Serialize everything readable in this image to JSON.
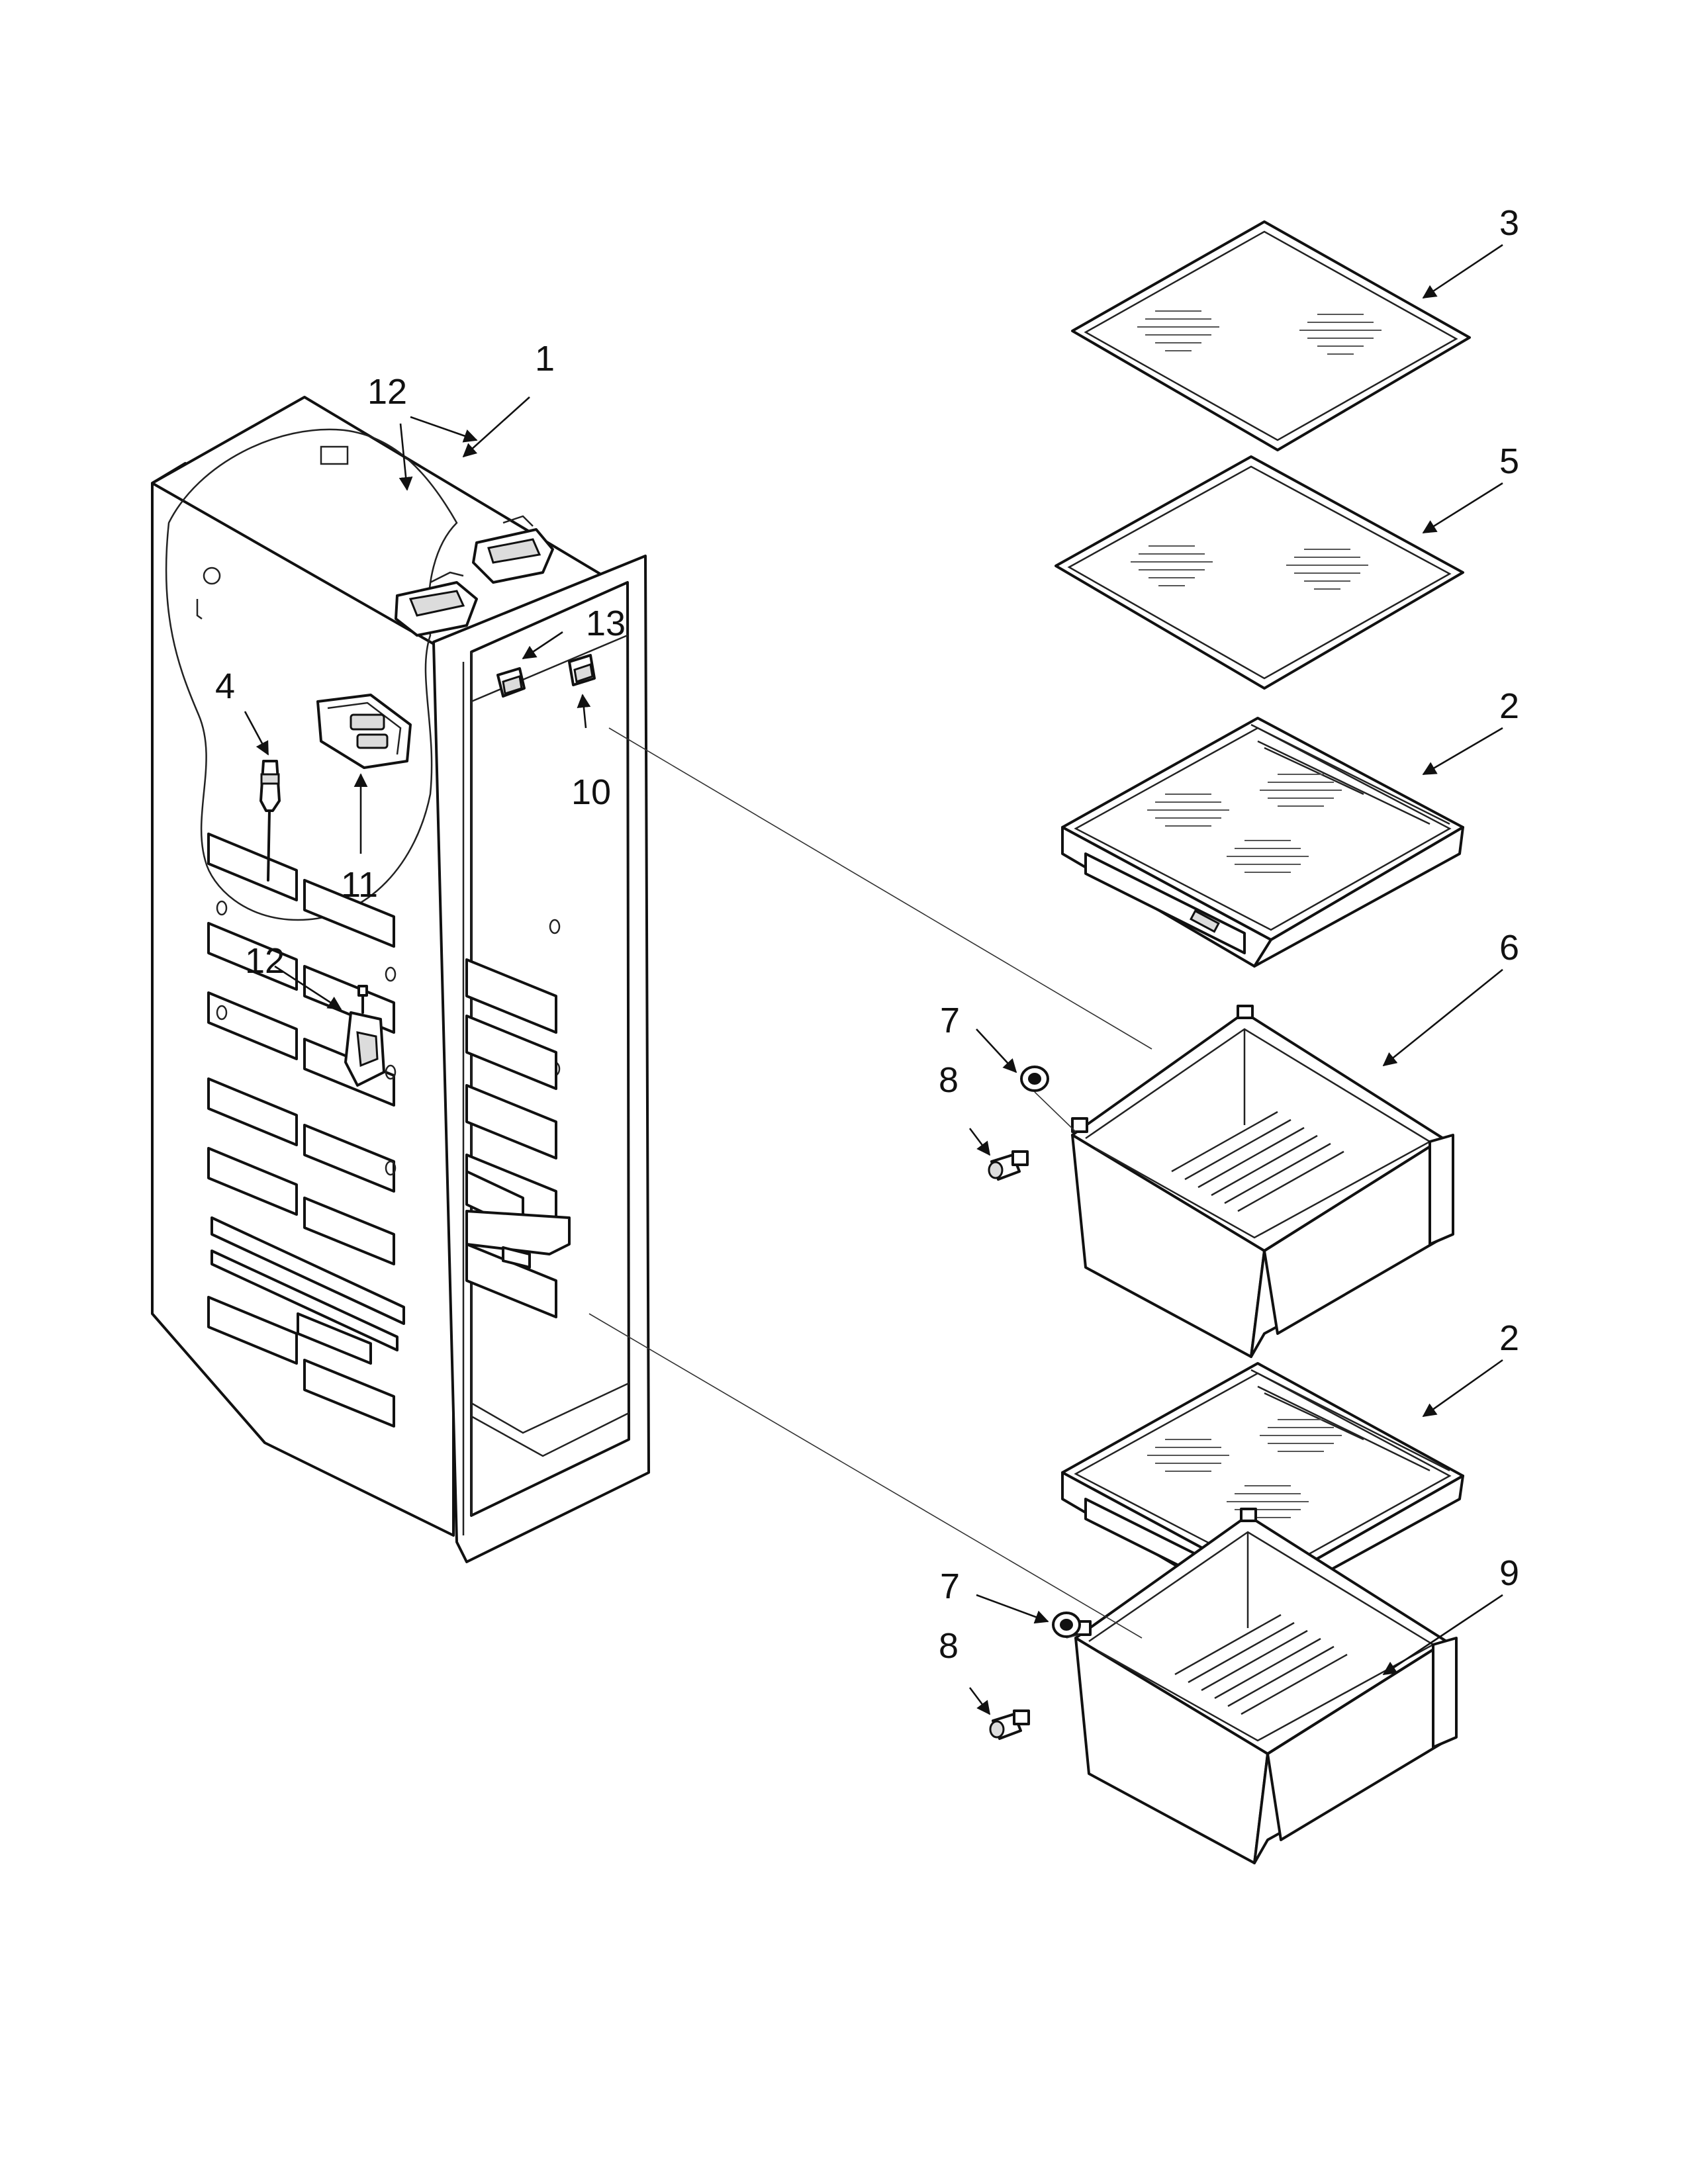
{
  "callouts": {
    "c1": "1",
    "c2a": "2",
    "c2b": "2",
    "c3": "3",
    "c4": "4",
    "c5": "5",
    "c6": "6",
    "c7a": "7",
    "c7b": "7",
    "c8a": "8",
    "c8b": "8",
    "c9": "9",
    "c10": "10",
    "c11": "11",
    "c12a": "12",
    "c12b": "12",
    "c13": "13"
  }
}
